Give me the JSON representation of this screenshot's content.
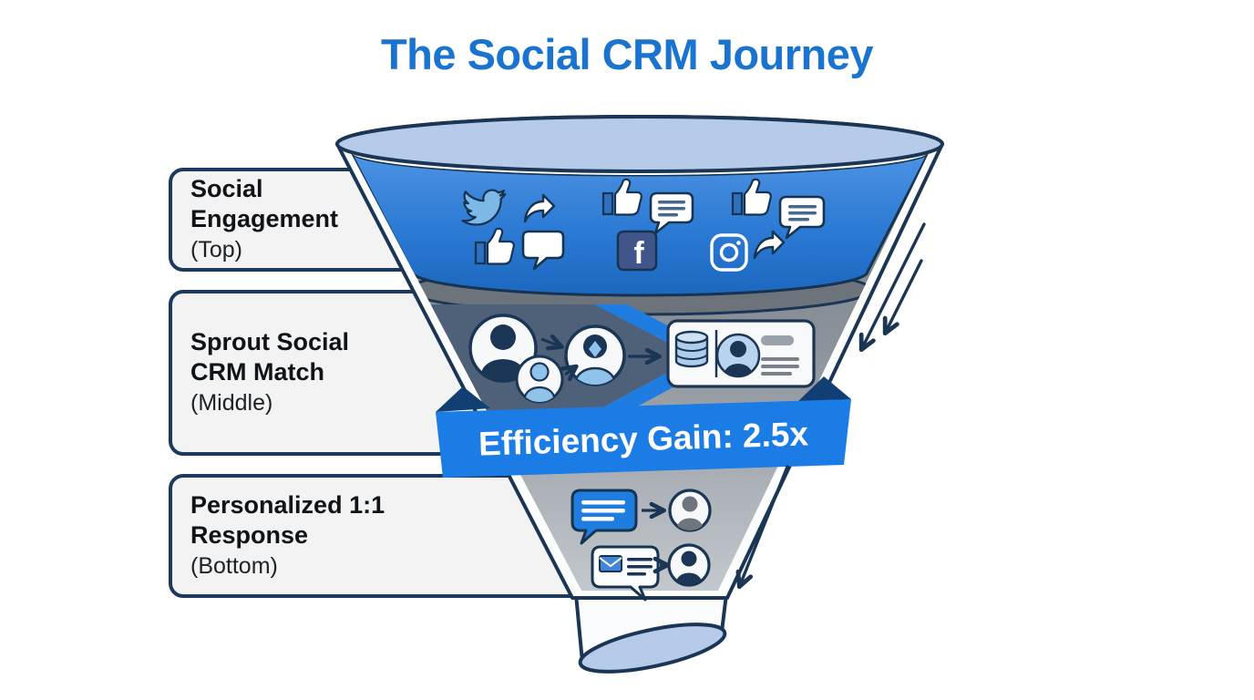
{
  "title": "The Social CRM Journey",
  "stages": [
    {
      "name": "Social Engagement",
      "qualifier": "(Top)"
    },
    {
      "name": "Sprout Social CRM Match",
      "qualifier": "(Middle)"
    },
    {
      "name": "Personalized 1:1 Response",
      "qualifier": "(Bottom)"
    }
  ],
  "banner": {
    "text": "Efficiency Gain: 2.5x"
  },
  "facebook_glyph": "f",
  "icons": {
    "funnel_top": [
      "twitter-icon",
      "share-arrow-icon",
      "thumbs-up-icon",
      "comment-bubble-icon",
      "thumbs-up-icon",
      "comment-bubble-icon",
      "thumbs-up-icon",
      "speech-bubble-icon",
      "facebook-icon",
      "instagram-icon",
      "share-arrow-icon"
    ],
    "funnel_middle": [
      "user-avatar-icon",
      "user-avatar-icon",
      "matched-avatar-icon",
      "database-icon",
      "contact-card-icon",
      "user-avatar-icon"
    ],
    "funnel_bottom": [
      "chat-message-icon",
      "user-avatar-icon",
      "email-message-icon",
      "user-avatar-icon"
    ],
    "right_side": [
      "down-arrow",
      "down-arrow",
      "down-arrow"
    ]
  },
  "colors": {
    "title_blue": "#1a73cf",
    "funnel_top_blue": "#2e7cd6",
    "funnel_rim_blue": "#b6cbea",
    "funnel_gray": "#8c9298",
    "dark_slate": "#4f6178",
    "chevron_blue": "#1f7de2",
    "banner_blue": "#1b7ce6",
    "outline_navy": "#1b3555",
    "label_box_bg": "#f2f3f2",
    "facebook_blue": "#40558a"
  }
}
